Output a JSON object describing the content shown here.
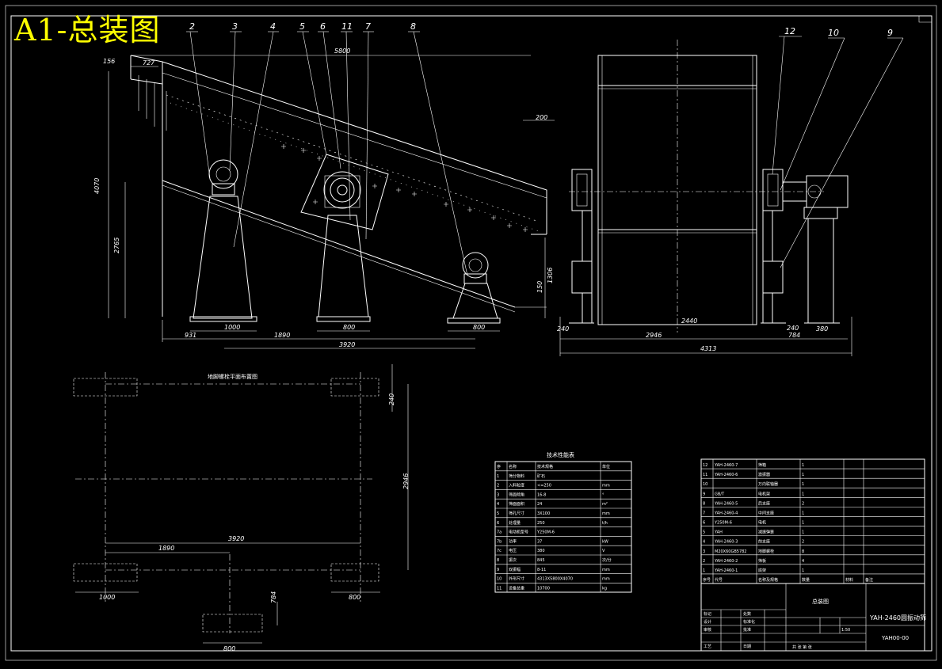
{
  "sheet_title": "A1-总装图",
  "part_balloons": [
    "2",
    "3",
    "4",
    "5",
    "6",
    "11",
    "7",
    "8",
    "12",
    "10",
    "9"
  ],
  "side_view_dims": {
    "top_length": "5800",
    "corner_small": "156",
    "corner_small2": "727",
    "height_total": "4070",
    "height_mid": "2765",
    "right_offset": "200",
    "right_height": "1306",
    "right_small": "150",
    "base_left_offset": "931",
    "base_left_width": "1000",
    "base_mid_width": "800",
    "base_right_width": "800",
    "span_first": "1890",
    "span_total": "3920"
  },
  "end_view_dims": {
    "left_offset": "240",
    "inner_width": "2440",
    "right_offset": "240",
    "motor_width": "380",
    "frame_width": "2946",
    "motor_offset": "784",
    "total_width": "4313"
  },
  "plan_view": {
    "title": "地脚螺栓平面布置图",
    "dim_side": "240",
    "dim_height": "2946",
    "dim_total": "3920",
    "dim_first": "1890",
    "dim_left_w": "1000",
    "dim_right_w": "800",
    "dim_motor_offset": "784",
    "dim_motor_w": "800"
  },
  "spec_table": {
    "title": "技术性能表",
    "header": [
      "序",
      "名称",
      "技术规格",
      "单位"
    ],
    "rows": [
      [
        "1",
        "筛分物料",
        "矿石",
        ""
      ],
      [
        "2",
        "入料粒度",
        "<=250",
        "mm"
      ],
      [
        "3",
        "筛面倾角",
        "16-8",
        "°"
      ],
      [
        "4",
        "筛面面积",
        "24",
        "m²"
      ],
      [
        "5",
        "筛孔尺寸",
        "3X100",
        "mm"
      ],
      [
        "6",
        "处理量",
        "250",
        "t/h"
      ],
      [
        "7a",
        "电动机型号",
        "Y250M-6",
        ""
      ],
      [
        "7b",
        "功率",
        "37",
        "kW"
      ],
      [
        "7c",
        "电压",
        "380",
        "V"
      ],
      [
        "8",
        "振次",
        "845",
        "次/分"
      ],
      [
        "9",
        "双振幅",
        "8-11",
        "mm"
      ],
      [
        "10",
        "外形尺寸",
        "4313X5800X4070",
        "mm"
      ],
      [
        "11",
        "设备总重",
        "10700",
        "kg"
      ]
    ]
  },
  "parts_list": {
    "rows": [
      [
        "12",
        "YAH-2460-7",
        "筛箱",
        "1"
      ],
      [
        "11",
        "YAH-2460-6",
        "激振器",
        "1"
      ],
      [
        "10",
        "",
        "万向联轴器",
        "1"
      ],
      [
        "9",
        "GB/T",
        "电机架",
        "1"
      ],
      [
        "8",
        "YAH-2460-5",
        "后支座",
        "2"
      ],
      [
        "7",
        "YAH-2460-4",
        "中间支座",
        "1"
      ],
      [
        "6",
        "Y250M-6",
        "电机",
        "1"
      ],
      [
        "5",
        "YAH",
        "减振弹簧",
        "1"
      ],
      [
        "4",
        "YAH-2460-3",
        "前支座",
        "2"
      ],
      [
        "3",
        "M20X60GB5782",
        "地脚螺栓",
        "8"
      ],
      [
        "2",
        "YAH-2460-2",
        "筛板",
        "4"
      ],
      [
        "1",
        "YAH-2460-1",
        "底架",
        "1"
      ]
    ],
    "header": [
      "序号",
      "代号",
      "名称及规格",
      "数量",
      "材料",
      "备注"
    ]
  },
  "title_block": {
    "drawing_name": "YAH-2460圆振动筛",
    "drawing_code": "YAH00-00",
    "view_label": "总装图",
    "scale": "1:50",
    "rows_left": [
      "标记",
      "设计",
      "审核",
      "工艺"
    ],
    "rows_mid": [
      "处数",
      "标准化",
      "批准",
      "日期"
    ],
    "sheet_text": "共 张 第 张"
  }
}
